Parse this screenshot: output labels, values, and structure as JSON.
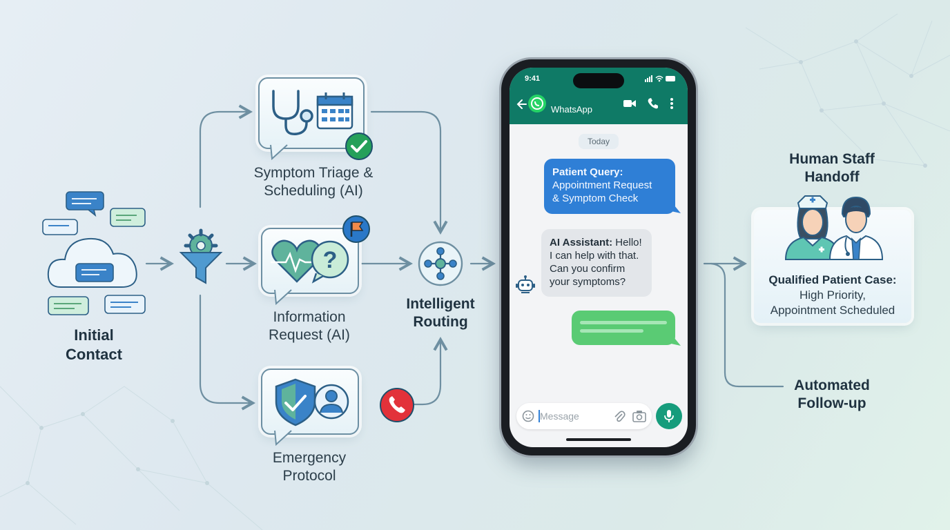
{
  "nodes": {
    "initial_contact": "Initial\nContact",
    "symptom_triage": "Symptom Triage &\nScheduling (AI)",
    "information_request": "Information\nRequest (AI)",
    "emergency_protocol": "Emergency\nProtocol",
    "intelligent_routing": "Intelligent\nRouting",
    "human_staff_handoff": "Human Staff\nHandoff",
    "automated_follow_up": "Automated\nFollow-up"
  },
  "handoff_card": {
    "title": "Qualified Patient Case:",
    "line1": "High Priority,",
    "line2": "Appointment Scheduled"
  },
  "phone": {
    "status_time": "9:41",
    "app_name": "WhatsApp",
    "date_divider": "Today",
    "patient_title": "Patient Query:",
    "patient_line1": "Appointment Request",
    "patient_line2": "& Symptom Check",
    "ai_prefix": "AI Assistant:",
    "ai_line1": " Hello!",
    "ai_line2": "I can help with that.",
    "ai_line3": "Can you confirm",
    "ai_line4": "your symptoms?",
    "input_placeholder": "Message"
  },
  "colors": {
    "line": "#6e8fa1",
    "phone_header": "#0f7a66",
    "patient_bubble": "#2f7fd6",
    "reply_bubble": "#5acb74",
    "check_badge": "#25a05a",
    "flag_badge": "#2a78c8",
    "emergency_badge": "#e2323a"
  },
  "icons": [
    "chat-bubbles-icon",
    "cloud-icon",
    "gear-funnel-icon",
    "stethoscope-icon",
    "calendar-icon",
    "check-badge-icon",
    "heartbeat-icon",
    "question-icon",
    "flag-badge-icon",
    "shield-check-icon",
    "user-icon",
    "phone-call-icon",
    "routing-hub-icon",
    "robot-icon",
    "nurse-icon",
    "doctor-icon"
  ]
}
